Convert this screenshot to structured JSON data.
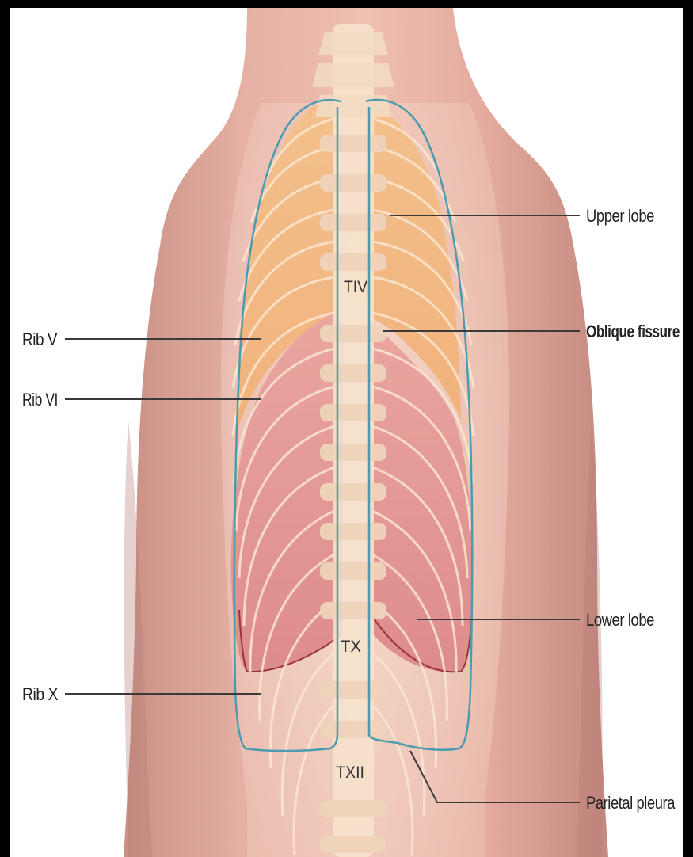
{
  "figure": {
    "labels_left": [
      {
        "id": "rib-v",
        "text": "Rib V"
      },
      {
        "id": "rib-vi",
        "text": "Rib VI"
      },
      {
        "id": "rib-x",
        "text": "Rib X"
      }
    ],
    "labels_right": [
      {
        "id": "upper-lobe",
        "text": "Upper lobe"
      },
      {
        "id": "oblique-fissure",
        "text": "Oblique fissure"
      },
      {
        "id": "lower-lobe",
        "text": "Lower lobe"
      },
      {
        "id": "parietal-pleura",
        "text": "Parietal pleura"
      }
    ],
    "vertebra_labels": [
      {
        "id": "tiv",
        "text": "TIV"
      },
      {
        "id": "tx",
        "text": "TX"
      },
      {
        "id": "txii",
        "text": "TXII"
      }
    ]
  }
}
